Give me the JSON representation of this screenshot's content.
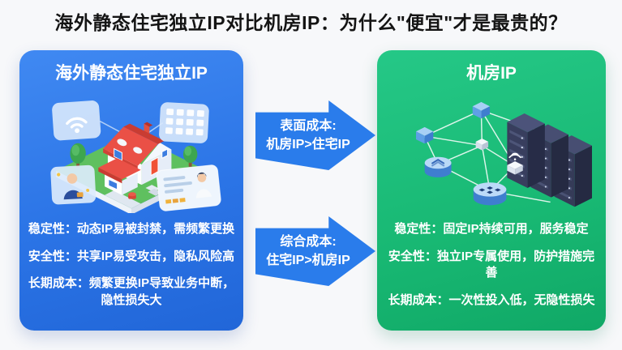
{
  "page": {
    "title": "海外静态住宅独立IP对比机房IP：为什么\"便宜\"才是最贵的？"
  },
  "left_panel": {
    "title": "海外静态住宅独立IP",
    "rows": [
      "稳定性：动态IP易被封禁，需频繁更换",
      "安全性：共享IP易受攻击，隐私风险高",
      "长期成本：频繁更换IP导致业务中断，\n隐性损失大"
    ]
  },
  "right_panel": {
    "title": "机房IP",
    "rows": [
      "稳定性：固定IP持续可用，服务稳定",
      "安全性：独立IP专属使用，防护措施完善",
      "长期成本：一次性投入低，无隐性损失"
    ]
  },
  "arrows": [
    {
      "line1": "表面成本:",
      "line2": "机房IP>住宅IP"
    },
    {
      "line1": "综合成本:",
      "line2": "住宅IP>机房IP"
    }
  ],
  "icons": {
    "left_illustration": "residential-house-network-illustration",
    "right_illustration": "datacenter-servers-network-illustration",
    "wifi_card": "wifi-icon",
    "grid_card": "app-grid-icon",
    "person_card": "user-avatar-icon",
    "browser_card": "id-document-icon",
    "router": "wifi-router-icon"
  },
  "colors": {
    "background": "#f7f8fa",
    "title_text": "#141414",
    "panel_blue": "#2b74e6",
    "panel_green": "#18b873",
    "arrow_blue": "#2a7ceb",
    "panel_text": "#ffffff",
    "house_roof_red": "#ea5046",
    "lawn_green": "#5fc05f",
    "server_dark": "#353b58",
    "node_blue": "#3f7ecf"
  }
}
